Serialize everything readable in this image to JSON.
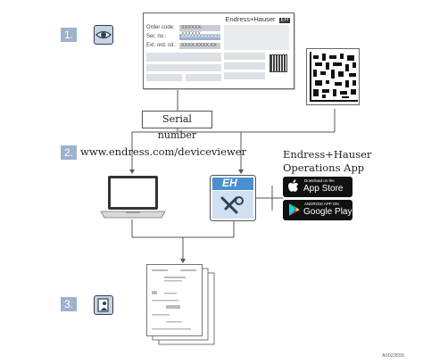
{
  "steps": [
    {
      "number": "1."
    },
    {
      "number": "2.",
      "url": "www.endress.com/deviceviewer"
    },
    {
      "number": "3."
    }
  ],
  "nameplate": {
    "brand": "Endress+Hauser",
    "logo_letters": "EH",
    "rows": [
      {
        "label": "Order code:",
        "value": "XXXXXX-XXXXXX"
      },
      {
        "label": "Ser. no.:",
        "value": "XXXXXXXXXXXX"
      },
      {
        "label": "Ext. ord. cd.:",
        "value": "XXXX.XXXX.XX"
      }
    ]
  },
  "serial_label": "Serial number",
  "app": {
    "title_line1": "Endress+Hauser",
    "title_line2": "Operations App",
    "logo_letters": "EH"
  },
  "stores": [
    {
      "small": "Download on the",
      "big": "App Store",
      "icon": "apple-icon"
    },
    {
      "small": "ANDROID APP ON",
      "big": "Google Play",
      "icon": "google-play-icon"
    }
  ],
  "doc_id": "A0023555",
  "colors": {
    "accent": "#9fb2cc",
    "app_tile": "#4a8fd0",
    "line": "#555555"
  }
}
